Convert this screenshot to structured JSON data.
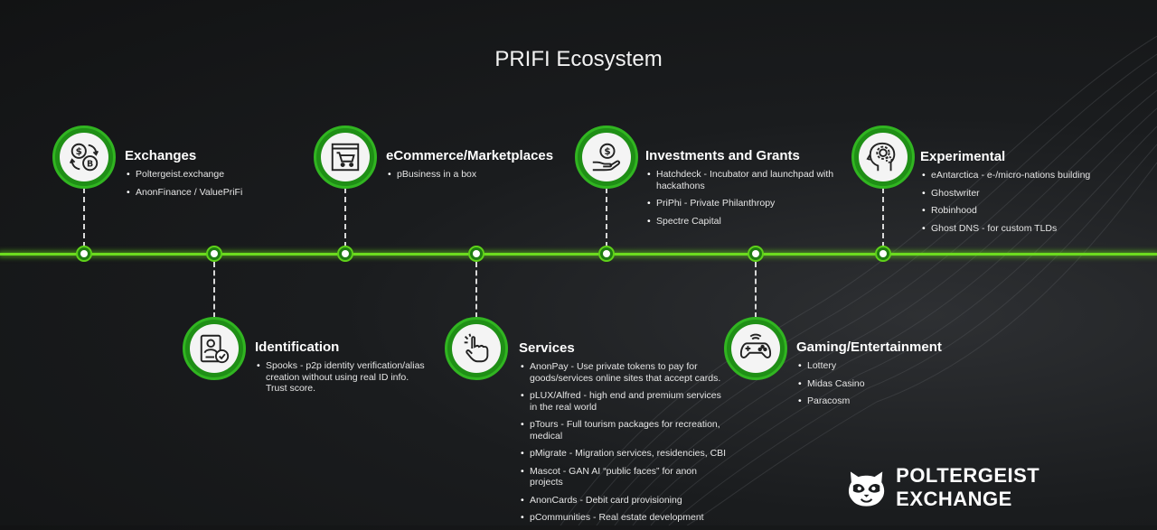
{
  "title": "PRIFI Ecosystem",
  "sections": [
    {
      "heading": "Exchanges",
      "icon": "currency-exchange-icon",
      "items": [
        "Poltergeist.exchange",
        "AnonFinance / ValuePriFi"
      ]
    },
    {
      "heading": "Identification",
      "icon": "id-badge-check-icon",
      "items": [
        "Spooks - p2p identity verification/alias creation without using real ID info. Trust score."
      ]
    },
    {
      "heading": "eCommerce/Marketplaces",
      "icon": "shopping-cart-icon",
      "items": [
        "pBusiness in a box"
      ]
    },
    {
      "heading": "Services",
      "icon": "hand-pointer-icon",
      "items": [
        "AnonPay - Use private tokens to pay for goods/services online sites that accept cards.",
        "pLUX/Alfred - high end and premium services in the real world",
        "pTours - Full tourism packages for recreation, medical",
        "pMigrate - Migration services, residencies, CBI",
        "Mascot - GAN AI “public faces”  for anon projects",
        "AnonCards - Debit card provisioning",
        "pCommunities - Real estate development"
      ]
    },
    {
      "heading": "Investments and Grants",
      "icon": "hand-dollar-icon",
      "items": [
        "Hatchdeck - Incubator and launchpad with hackathons",
        "PriPhi - Private Philanthropy",
        "Spectre Capital"
      ]
    },
    {
      "heading": "Gaming/Entertainment",
      "icon": "gamepad-icon",
      "items": [
        "Lottery",
        "Midas Casino",
        "Paracosm"
      ]
    },
    {
      "heading": "Experimental",
      "icon": "head-gears-icon",
      "items": [
        "eAntarctica - e-/micro-nations building",
        "Ghostwriter",
        "Robinhood",
        "Ghost DNS - for custom TLDs"
      ]
    }
  ],
  "brand": {
    "name": "POLTERGEIST EXCHANGE",
    "logo": "raccoon-ghost-logo"
  },
  "colors": {
    "accent_green": "#5fd11a",
    "icon_green": "#1f8f16",
    "background": "#1a1c1e"
  }
}
